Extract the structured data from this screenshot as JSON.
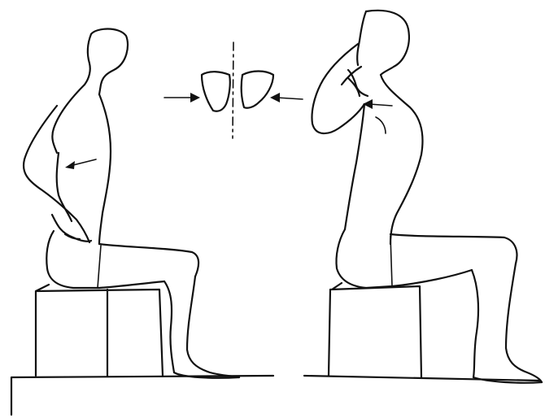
{
  "illustration": {
    "panels": [
      {
        "id": "left-figure"
      },
      {
        "id": "scapula-diagram"
      },
      {
        "id": "right-figure"
      }
    ],
    "ink_color": "#111111",
    "background_color": "#ffffff"
  }
}
